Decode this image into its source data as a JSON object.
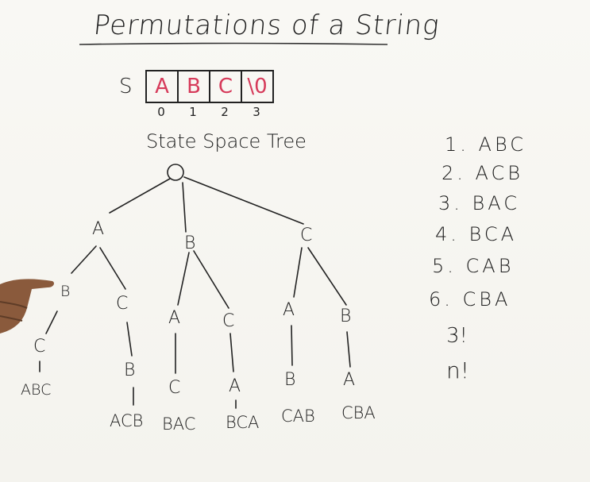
{
  "title": "Permutations of a String",
  "string": {
    "label": "S",
    "cells": [
      "A",
      "B",
      "C",
      "\\0"
    ],
    "indices": [
      "0",
      "1",
      "2",
      "3"
    ]
  },
  "tree": {
    "title": "State Space Tree",
    "level1": [
      "A",
      "B",
      "C"
    ],
    "level2": [
      "B",
      "C",
      "A",
      "C",
      "A",
      "B"
    ],
    "level3": [
      "C",
      "B",
      "C",
      "A",
      "B",
      "A"
    ],
    "leaves": [
      "ABC",
      "ACB",
      "BAC",
      "BCA",
      "CAB",
      "CBA"
    ]
  },
  "permutations": [
    "1. ABC",
    "2. ACB",
    "3. BAC",
    "4. BCA",
    "5. CAB",
    "6. CBA"
  ],
  "counts": [
    "3!",
    "n!"
  ],
  "colors": {
    "ink": "#1d1d1d",
    "marker_red": "#d63a5a",
    "board": "#f7f6f2"
  }
}
